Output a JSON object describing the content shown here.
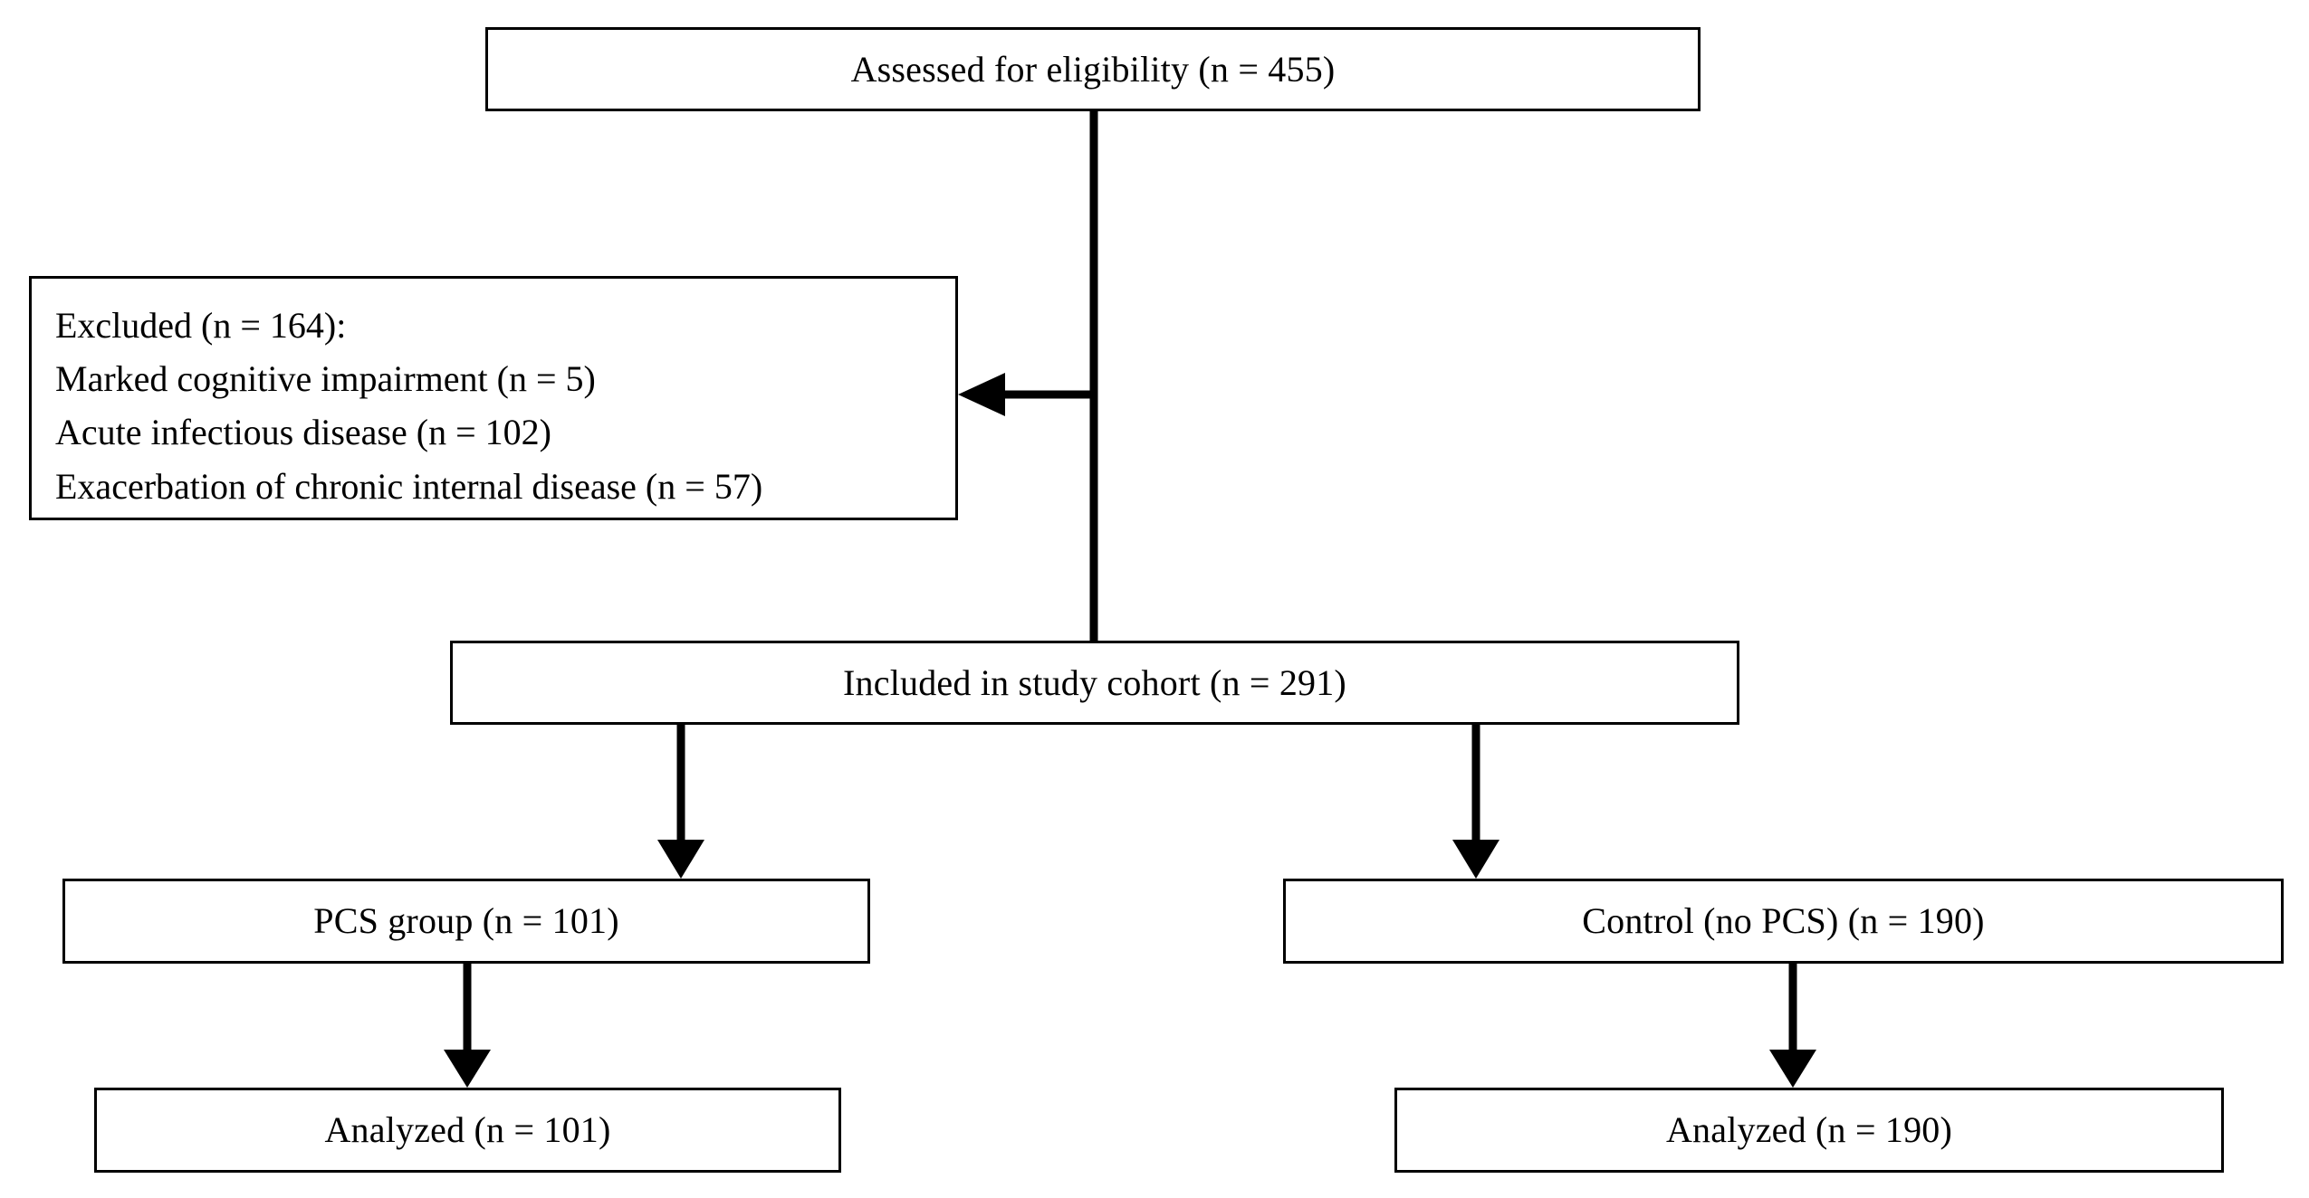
{
  "diagram": {
    "type": "participant-flow-diagram",
    "title": "Study participant flow",
    "stroke_color": "#000000",
    "fill_color": "#ffffff",
    "background": "#ffffff",
    "nodes": {
      "assessed": {
        "label": "Assessed for eligibility  (n = 455)",
        "n": 455
      },
      "excluded": {
        "lines": [
          "Excluded  (n = 164):",
          "Marked cognitive impairment (n = 5)",
          "Acute infectious disease (n = 102)",
          "Exacerbation of chronic internal disease (n = 57)"
        ],
        "n": 164,
        "reasons": [
          {
            "reason": "Marked cognitive impairment",
            "n": 5
          },
          {
            "reason": "Acute infectious disease",
            "n": 102
          },
          {
            "reason": "Exacerbation of chronic internal disease",
            "n": 57
          }
        ]
      },
      "included": {
        "label": "Included in study cohort (n = 291)",
        "n": 291
      },
      "pcs_group": {
        "label": "PCS group (n = 101)",
        "n": 101
      },
      "control_group": {
        "label": "Control (no PCS) (n = 190)",
        "n": 190
      },
      "analyzed_pcs": {
        "label": "Analyzed (n = 101)",
        "n": 101
      },
      "analyzed_control": {
        "label": "Analyzed (n = 190)",
        "n": 190
      }
    },
    "edges": [
      {
        "from": "assessed",
        "to": "excluded",
        "direction": "left"
      },
      {
        "from": "assessed",
        "to": "included",
        "direction": "down"
      },
      {
        "from": "included",
        "to": "pcs_group",
        "direction": "down"
      },
      {
        "from": "included",
        "to": "control_group",
        "direction": "down"
      },
      {
        "from": "pcs_group",
        "to": "analyzed_pcs",
        "direction": "down"
      },
      {
        "from": "control_group",
        "to": "analyzed_control",
        "direction": "down"
      }
    ]
  }
}
